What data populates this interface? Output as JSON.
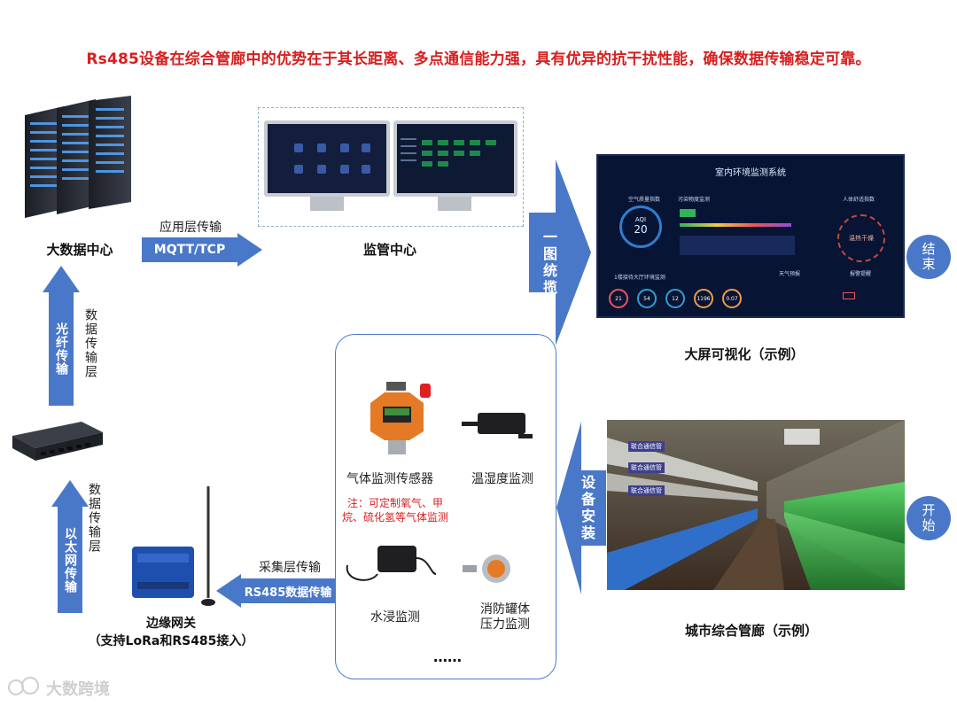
{
  "headline": "Rs485设备在综合管廊中的优势在于其长距离、多点通信能力强，具有优异的抗干扰性能，确保数据传输稳定可靠。",
  "nodes": {
    "data_center": "大数据中心",
    "monitor_center": "监管中心",
    "big_screen": "大屏可视化（示例）",
    "utility_tunnel": "城市综合管廊（示例）",
    "edge_gateway_line1": "边缘网关",
    "edge_gateway_line2": "（支持LoRa和RS485接入）"
  },
  "arrows": {
    "app_layer_label": "应用层传输",
    "app_layer_arrow": "MQTT/TCP",
    "overview_arrow": "一图统揽",
    "install_arrow": "设备安装",
    "collect_layer_label": "采集层传输",
    "collect_layer_arrow": "RS485数据传输",
    "fiber_arrow": "光纤传输",
    "ethernet_arrow": "以太网传输",
    "transport_layer_1": "数据传输层",
    "transport_layer_2": "数据传输层"
  },
  "circles": {
    "end": "结束",
    "start": "开始"
  },
  "sensors": {
    "gas": "气体监测传感器",
    "gas_note": "注：可定制氧气、甲烷、硫化氢等气体监测",
    "temp_humidity": "温湿度监测",
    "water_leak": "水浸监测",
    "fire_tank_line1": "消防罐体",
    "fire_tank_line2": "压力监测",
    "more": "……"
  },
  "dashboard": {
    "title": "室内环境监测系统",
    "aqi_label": "AQI",
    "aqi_value": "20",
    "comfort": "温热干燥",
    "gauges": [
      "21",
      "54",
      "12",
      "1196",
      "0.07"
    ],
    "panel_air": "空气质量指数",
    "panel_pollution": "污染物度监测",
    "panel_comfort": "人体舒适指数",
    "panel_env": "1楼接待大厅环境监测",
    "panel_weather": "天气预报",
    "panel_alarm": "报警提醒"
  },
  "tunnel_signs": [
    "联合通信管",
    "联合通信管",
    "联合通信管"
  ],
  "watermark": "大数跨境",
  "colors": {
    "accent_blue": "#4a78c8",
    "headline_red": "#d61f1f"
  }
}
